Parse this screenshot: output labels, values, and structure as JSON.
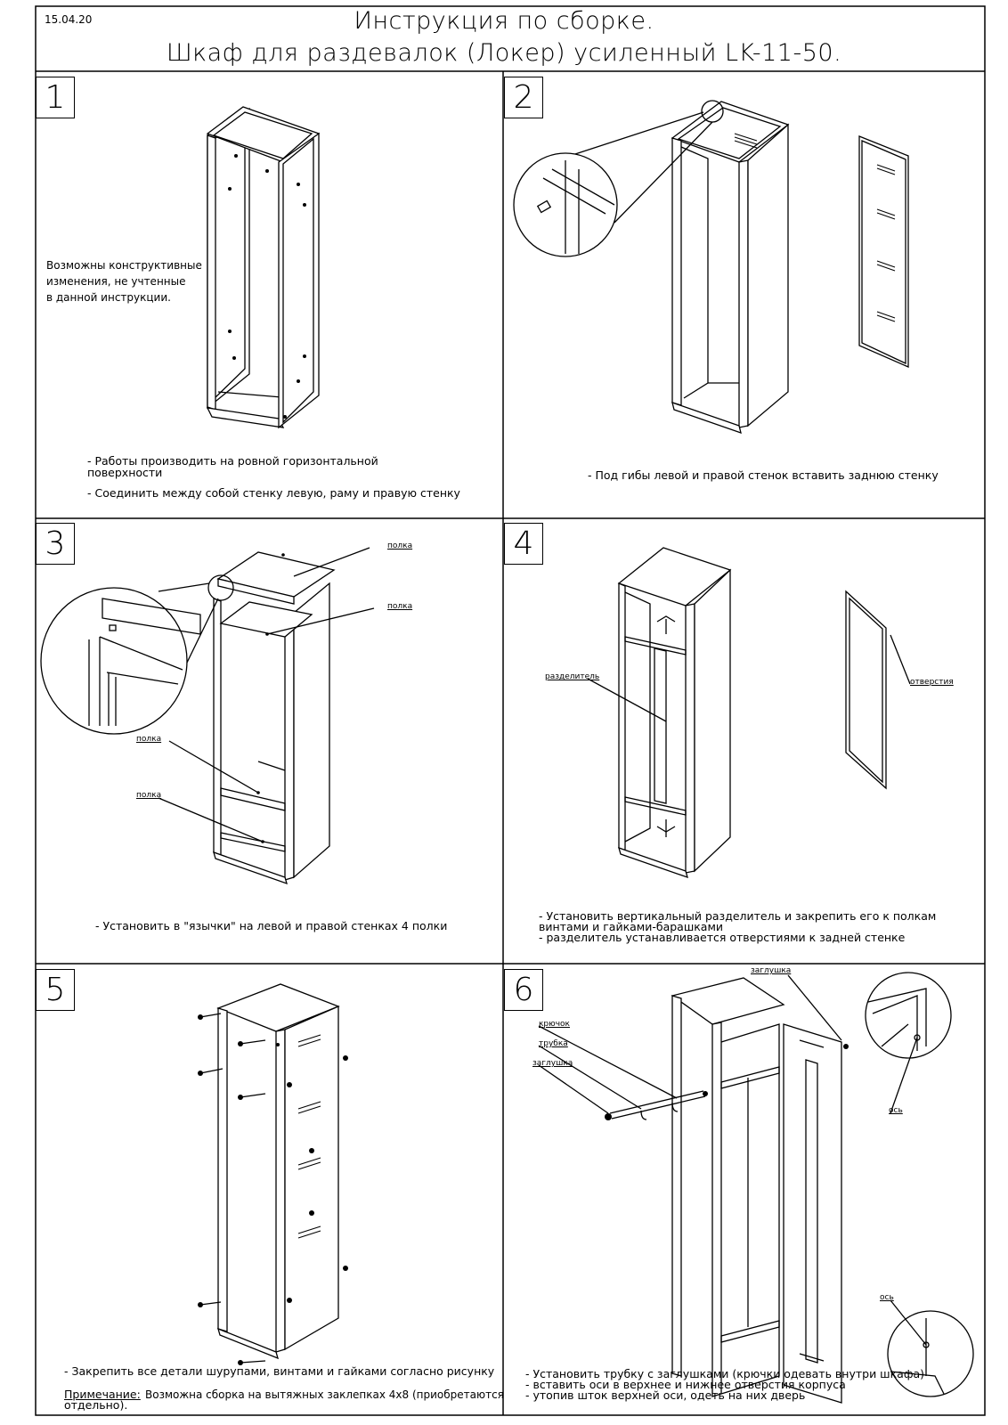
{
  "header": {
    "date": "15.04.20",
    "title_line1": "Инструкция по сборке.",
    "title_line2": "Шкаф для раздевалок (Локер) усиленный LK-11-50."
  },
  "steps": [
    {
      "number": "1",
      "note": [
        "Возможны конструктивные",
        "изменения, не учтенные",
        "в данной инструкции."
      ],
      "instructions": [
        "- Работы производить на ровной горизонтальной",
        "поверхности",
        "- Соединить между собой стенку левую, раму и правую стенку"
      ]
    },
    {
      "number": "2",
      "instructions": [
        "- Под гибы левой и правой стенок вставить заднюю стенку"
      ]
    },
    {
      "number": "3",
      "labels": [
        "полка",
        "полка",
        "полка",
        "полка"
      ],
      "instructions": [
        "- Установить в \"язычки\" на левой и правой стенках 4 полки"
      ]
    },
    {
      "number": "4",
      "labels": [
        "разделитель",
        "отверстия"
      ],
      "instructions": [
        "- Установить вертикальный разделитель и закрепить его к полкам",
        "винтами и гайками-барашками",
        "- разделитель устанавливается отверстиями к задней стенке"
      ]
    },
    {
      "number": "5",
      "instructions": [
        "- Закрепить все детали шурупами, винтами и гайками согласно рисунку"
      ],
      "remark_label": "Примечание:",
      "remark_text": [
        "Возможна сборка на вытяжных заклепках 4х8 (приобретаются",
        "отдельно)."
      ]
    },
    {
      "number": "6",
      "labels": [
        "заглушка",
        "крючок",
        "трубка",
        "заглушка",
        "ось",
        "ось"
      ],
      "instructions": [
        "- Установить трубку с заглушками (крючки одевать внутри шкафа)",
        "- вставить оси в верхнее и нижнее отверстия корпуса",
        "- утопив шток верхней оси, одеть на них дверь"
      ]
    }
  ]
}
